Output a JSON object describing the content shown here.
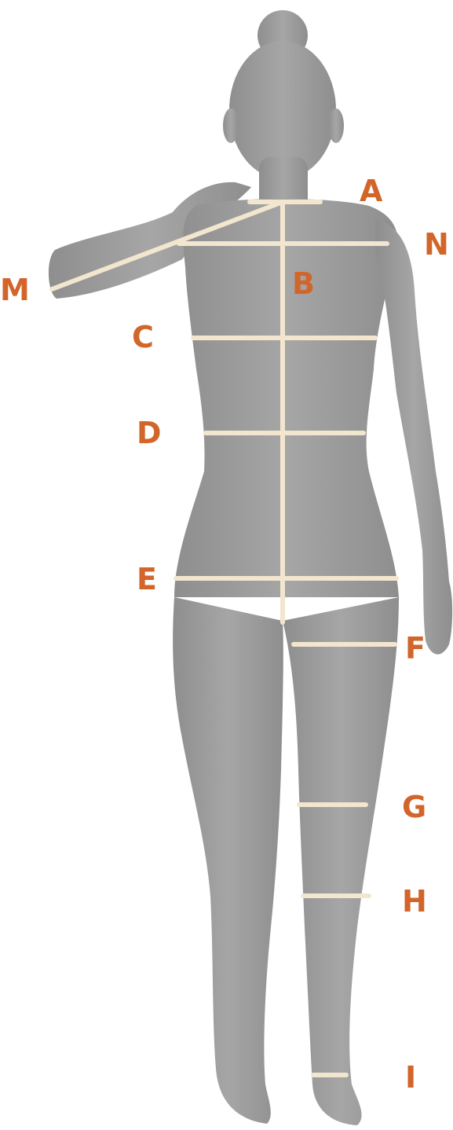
{
  "colors": {
    "label": "#D2652A",
    "measure_line": "#F3E6CF",
    "body_fill": "#9C9C9C",
    "body_shade": "#8A8A8A",
    "background": "#FFFFFF"
  },
  "labels": {
    "A": "A",
    "B": "B",
    "C": "C",
    "D": "D",
    "E": "E",
    "F": "F",
    "G": "G",
    "H": "H",
    "I": "I",
    "M": "M",
    "N": "N"
  }
}
